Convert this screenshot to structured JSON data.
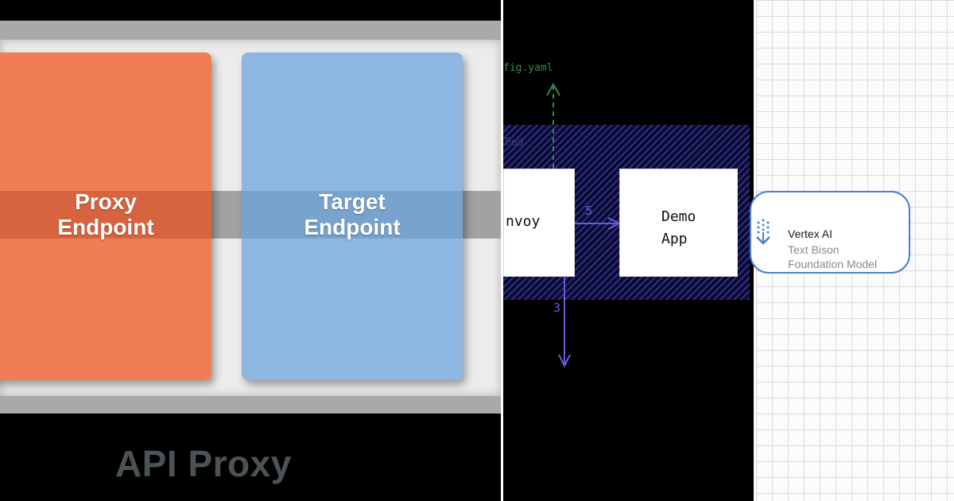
{
  "proxy_panel": {
    "proxy_endpoint_label": "Proxy\nEndpoint",
    "target_endpoint_label": "Target\nEndpoint",
    "title": "API Proxy",
    "colors": {
      "proxy": "#f07d55",
      "target": "#8db7e0",
      "title": "#4c5357"
    }
  },
  "envoy_panel": {
    "config_label": "fig.yaml",
    "hatch_label": "Pod",
    "envoy_label": "nvoy",
    "demo_app_label": "Demo\nApp",
    "arrow_5_label": "5",
    "arrow_3_label": "3",
    "colors": {
      "hatch": "#3a3aa8",
      "config_arrow": "#2e8b43",
      "arrows": "#6a5cd6"
    }
  },
  "vertex_panel": {
    "icon": "vertex-ai-icon",
    "name": "Vertex AI",
    "subtitle_line1": "Text Bison",
    "subtitle_line2": "Foundation Model",
    "colors": {
      "border": "#4a7fd0"
    }
  }
}
